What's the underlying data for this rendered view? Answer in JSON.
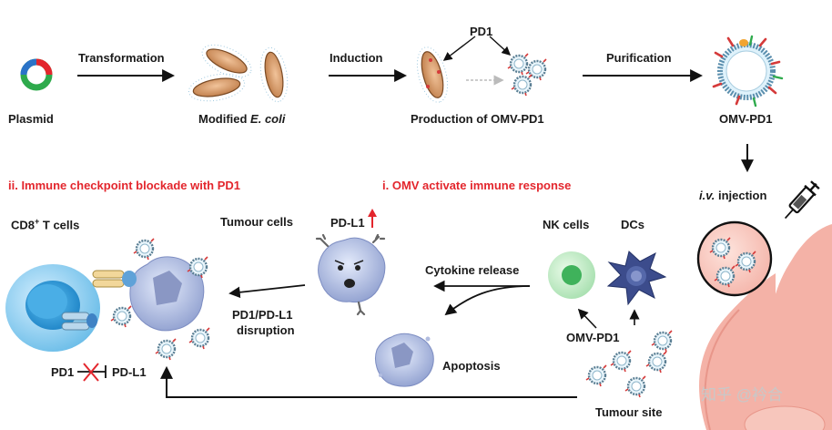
{
  "top_labels": {
    "plasmid": "Plasmid",
    "transformation": "Transformation",
    "modified_ecoli_prefix": "Modified ",
    "modified_ecoli_italic": "E. coli",
    "induction": "Induction",
    "pd1_top": "PD1",
    "production": "Production of OMV-PD1",
    "purification": "Purification",
    "omv_pd1_product": "OMV-PD1",
    "iv_italic": "i.v.",
    "iv_rest": " injection"
  },
  "headings": {
    "checkpoint": "ii. Immune checkpoint blockade with PD1",
    "activate": "i. OMV activate immune response"
  },
  "cell_labels": {
    "cd8_prefix": "CD8",
    "cd8_sup": "+",
    "cd8_suffix": " T cells",
    "tumour_cells": "Tumour cells",
    "pdl1_up": "PD-L1",
    "nk_cells": "NK cells",
    "dcs": "DCs",
    "cytokine": "Cytokine release",
    "pd1_pdl1_line1": "PD1/PD-L1",
    "pd1_pdl1_line2": "disruption",
    "omv_pd1_site": "OMV-PD1",
    "apoptosis": "Apoptosis",
    "pd1_legend": "PD1",
    "pdl1_legend": "PD-L1",
    "tumour_site": "Tumour site"
  },
  "watermark": "知乎 @衿合",
  "colors": {
    "highlight_red": "#e3262d",
    "arrow": "#111111",
    "vessel": "#f4b2a7",
    "omv_fill": "#dff2fb",
    "tumour_cell": "#b9c4e4",
    "t_cell": "#8fd0f1",
    "nk_cell": "#7cd196",
    "dc_cell": "#3c4c8c",
    "ecoli": "#d89a64"
  }
}
